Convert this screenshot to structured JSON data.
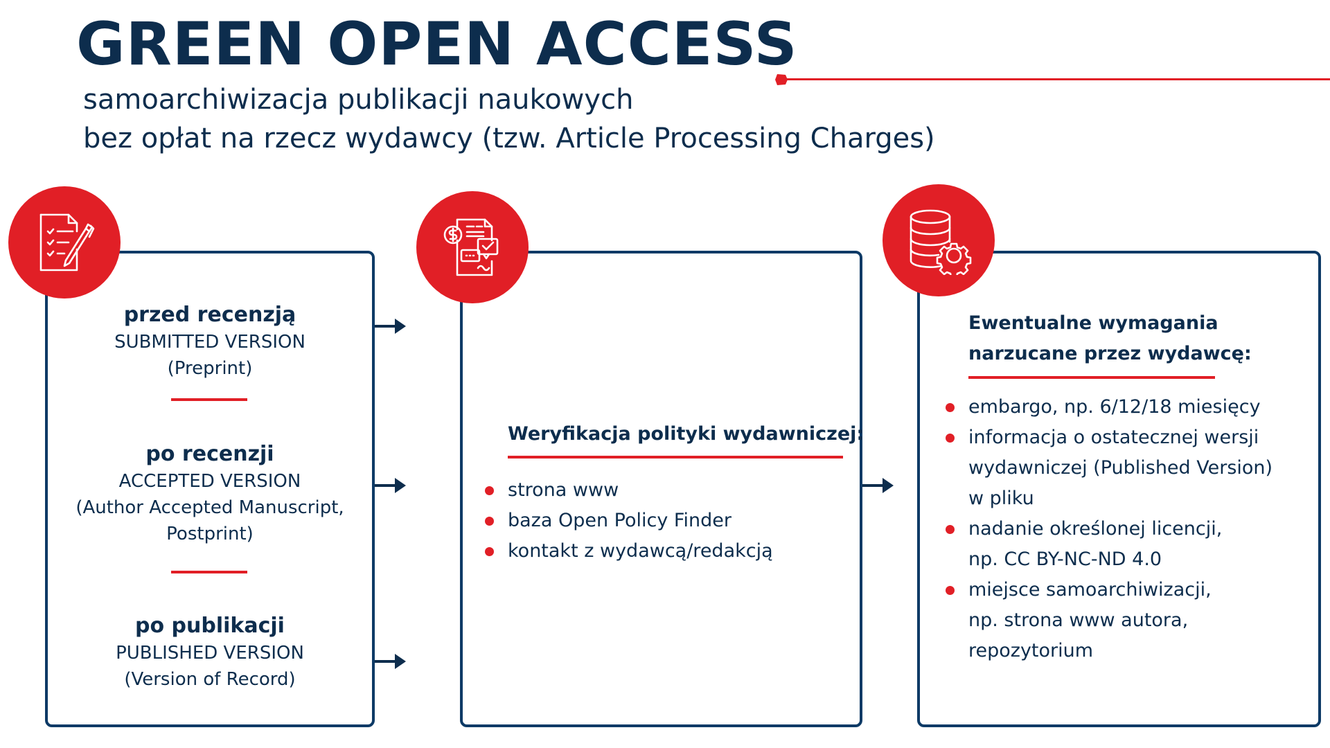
{
  "header": {
    "title": "GREEN OPEN ACCESS",
    "subtitle_line1": "samoarchiwizacja publikacji naukowych",
    "subtitle_line2": "bez opłat na rzecz wydawcy (tzw. Article Processing Charges)"
  },
  "colors": {
    "navy": "#0d2d4d",
    "box_border": "#0d3a66",
    "accent_red": "#e11f26"
  },
  "steps": [
    {
      "icon": "checklist-document-pen-icon",
      "stages": [
        {
          "heading": "przed recenzją",
          "version": "SUBMITTED VERSION",
          "note": "(Preprint)"
        },
        {
          "heading": "po recenzji",
          "version": "ACCEPTED VERSION",
          "note_line1": "(Author Accepted Manuscript,",
          "note_line2": "Postprint)"
        },
        {
          "heading": "po publikacji",
          "version": "PUBLISHED VERSION",
          "note": "(Version of Record)"
        }
      ]
    },
    {
      "icon": "invoice-payment-approval-icon",
      "heading": "Weryfikacja polityki wydawniczej:",
      "items": [
        "strona www",
        "baza Open Policy Finder",
        "kontakt z wydawcą/redakcją"
      ]
    },
    {
      "icon": "database-gear-icon",
      "heading_line1": "Ewentualne wymagania",
      "heading_line2": "narzucane przez wydawcę:",
      "items": [
        {
          "lines": [
            "embargo, np. 6/12/18 miesięcy"
          ]
        },
        {
          "lines": [
            "informacja o ostatecznej wersji",
            "wydawniczej (Published Version)",
            "w pliku"
          ]
        },
        {
          "lines": [
            "nadanie określonej licencji,",
            "np. CC BY-NC-ND 4.0"
          ]
        },
        {
          "lines": [
            "miejsce samoarchiwizacji,",
            "np. strona www autora,",
            "repozytorium"
          ]
        }
      ]
    }
  ]
}
